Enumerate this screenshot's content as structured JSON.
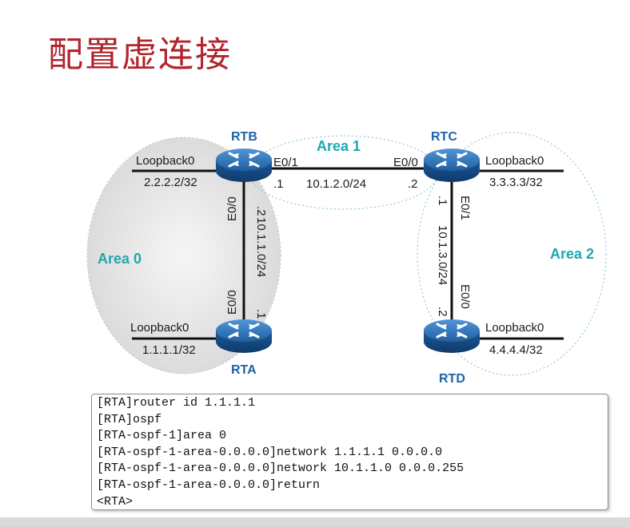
{
  "slide": {
    "title": "配置虚连接"
  },
  "topology": {
    "areas": [
      {
        "id": "area0",
        "label": "Area 0"
      },
      {
        "id": "area1",
        "label": "Area 1"
      },
      {
        "id": "area2",
        "label": "Area 2"
      }
    ],
    "routers": [
      {
        "id": "RTA",
        "label": "RTA"
      },
      {
        "id": "RTB",
        "label": "RTB"
      },
      {
        "id": "RTC",
        "label": "RTC"
      },
      {
        "id": "RTD",
        "label": "RTD"
      }
    ],
    "loopbacks": [
      {
        "router": "RTA",
        "name": "Loopback0",
        "address": "1.1.1.1/32"
      },
      {
        "router": "RTB",
        "name": "Loopback0",
        "address": "2.2.2.2/32"
      },
      {
        "router": "RTC",
        "name": "Loopback0",
        "address": "3.3.3.3/32"
      },
      {
        "router": "RTD",
        "name": "Loopback0",
        "address": "4.4.4.4/32"
      }
    ],
    "links": [
      {
        "id": "rtb-rtc",
        "network": "10.1.2.0/24",
        "a_if": "E0/1",
        "a_host": ".1",
        "b_if": "E0/0",
        "b_host": ".2"
      },
      {
        "id": "rta-rtb",
        "network": "10.1.1.0/24",
        "a_if": "E0/0",
        "a_host": ".1",
        "b_if": "E0/0",
        "b_host": ".2"
      },
      {
        "id": "rtc-rtd",
        "network": "10.1.3.0/24",
        "a_if": "E0/1",
        "a_host": ".1",
        "b_if": "E0/0",
        "b_host": ".2"
      }
    ]
  },
  "commands": [
    "[RTA]router id 1.1.1.1",
    "[RTA]ospf",
    "[RTA-ospf-1]area 0",
    "[RTA-ospf-1-area-0.0.0.0]network 1.1.1.1 0.0.0.0",
    "[RTA-ospf-1-area-0.0.0.0]network 10.1.1.0 0.0.0.255",
    "[RTA-ospf-1-area-0.0.0.0]return",
    "<RTA>"
  ],
  "colors": {
    "title": "#b1252e",
    "area_label": "#1ea7b0",
    "router_label": "#1e63a8",
    "router_body": "#1f5fa0"
  },
  "icons": {
    "router": "router-icon"
  }
}
